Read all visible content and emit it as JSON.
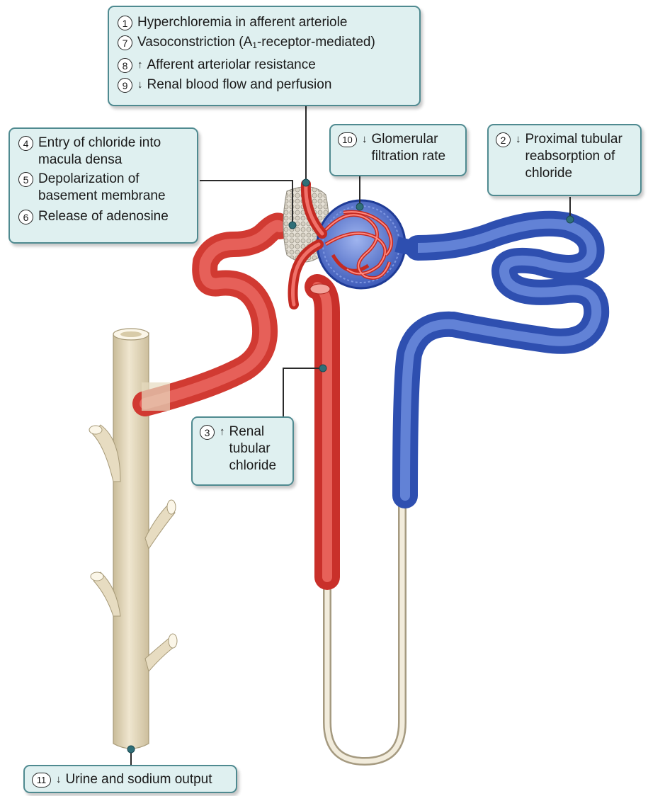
{
  "callouts": {
    "c_top": {
      "line1": {
        "num": "1",
        "text": "Hyperchloremia in afferent arteriole"
      },
      "line2": {
        "num": "7",
        "text_pre": "Vasoconstriction (A",
        "subscript": "1",
        "text_post": "-receptor-mediated)"
      },
      "line3": {
        "num": "8",
        "arrow": "↑",
        "text": "Afferent arteriolar resistance"
      },
      "line4": {
        "num": "9",
        "arrow": "↓",
        "text": "Renal blood flow and perfusion"
      }
    },
    "c_left": {
      "line1": {
        "num": "4",
        "text_a": "Entry of chloride into",
        "text_b": "macula densa"
      },
      "line2": {
        "num": "5",
        "text_a": "Depolarization of",
        "text_b": "basement membrane"
      },
      "line3": {
        "num": "6",
        "text": "Release of adenosine"
      }
    },
    "c_gfr": {
      "num": "10",
      "arrow": "↓",
      "text_a": "Glomerular",
      "text_b": "filtration rate"
    },
    "c_proximal": {
      "num": "2",
      "arrow": "↓",
      "text_a": "Proximal tubular",
      "text_b": "reabsorption of",
      "text_c": "chloride"
    },
    "c_renal": {
      "num": "3",
      "arrow": "↑",
      "text_a": "Renal",
      "text_b": "tubular",
      "text_c": "chloride"
    },
    "c_urine": {
      "num": "11",
      "arrow": "↓",
      "text": "Urine and sodium output"
    }
  },
  "colors": {
    "callout_fill": "#dff0f0",
    "callout_border": "#4f8a90",
    "vessel_red": "#e8433a",
    "tubule_blue": "#3f63c9",
    "collecting_duct": "#e7dcc1"
  }
}
